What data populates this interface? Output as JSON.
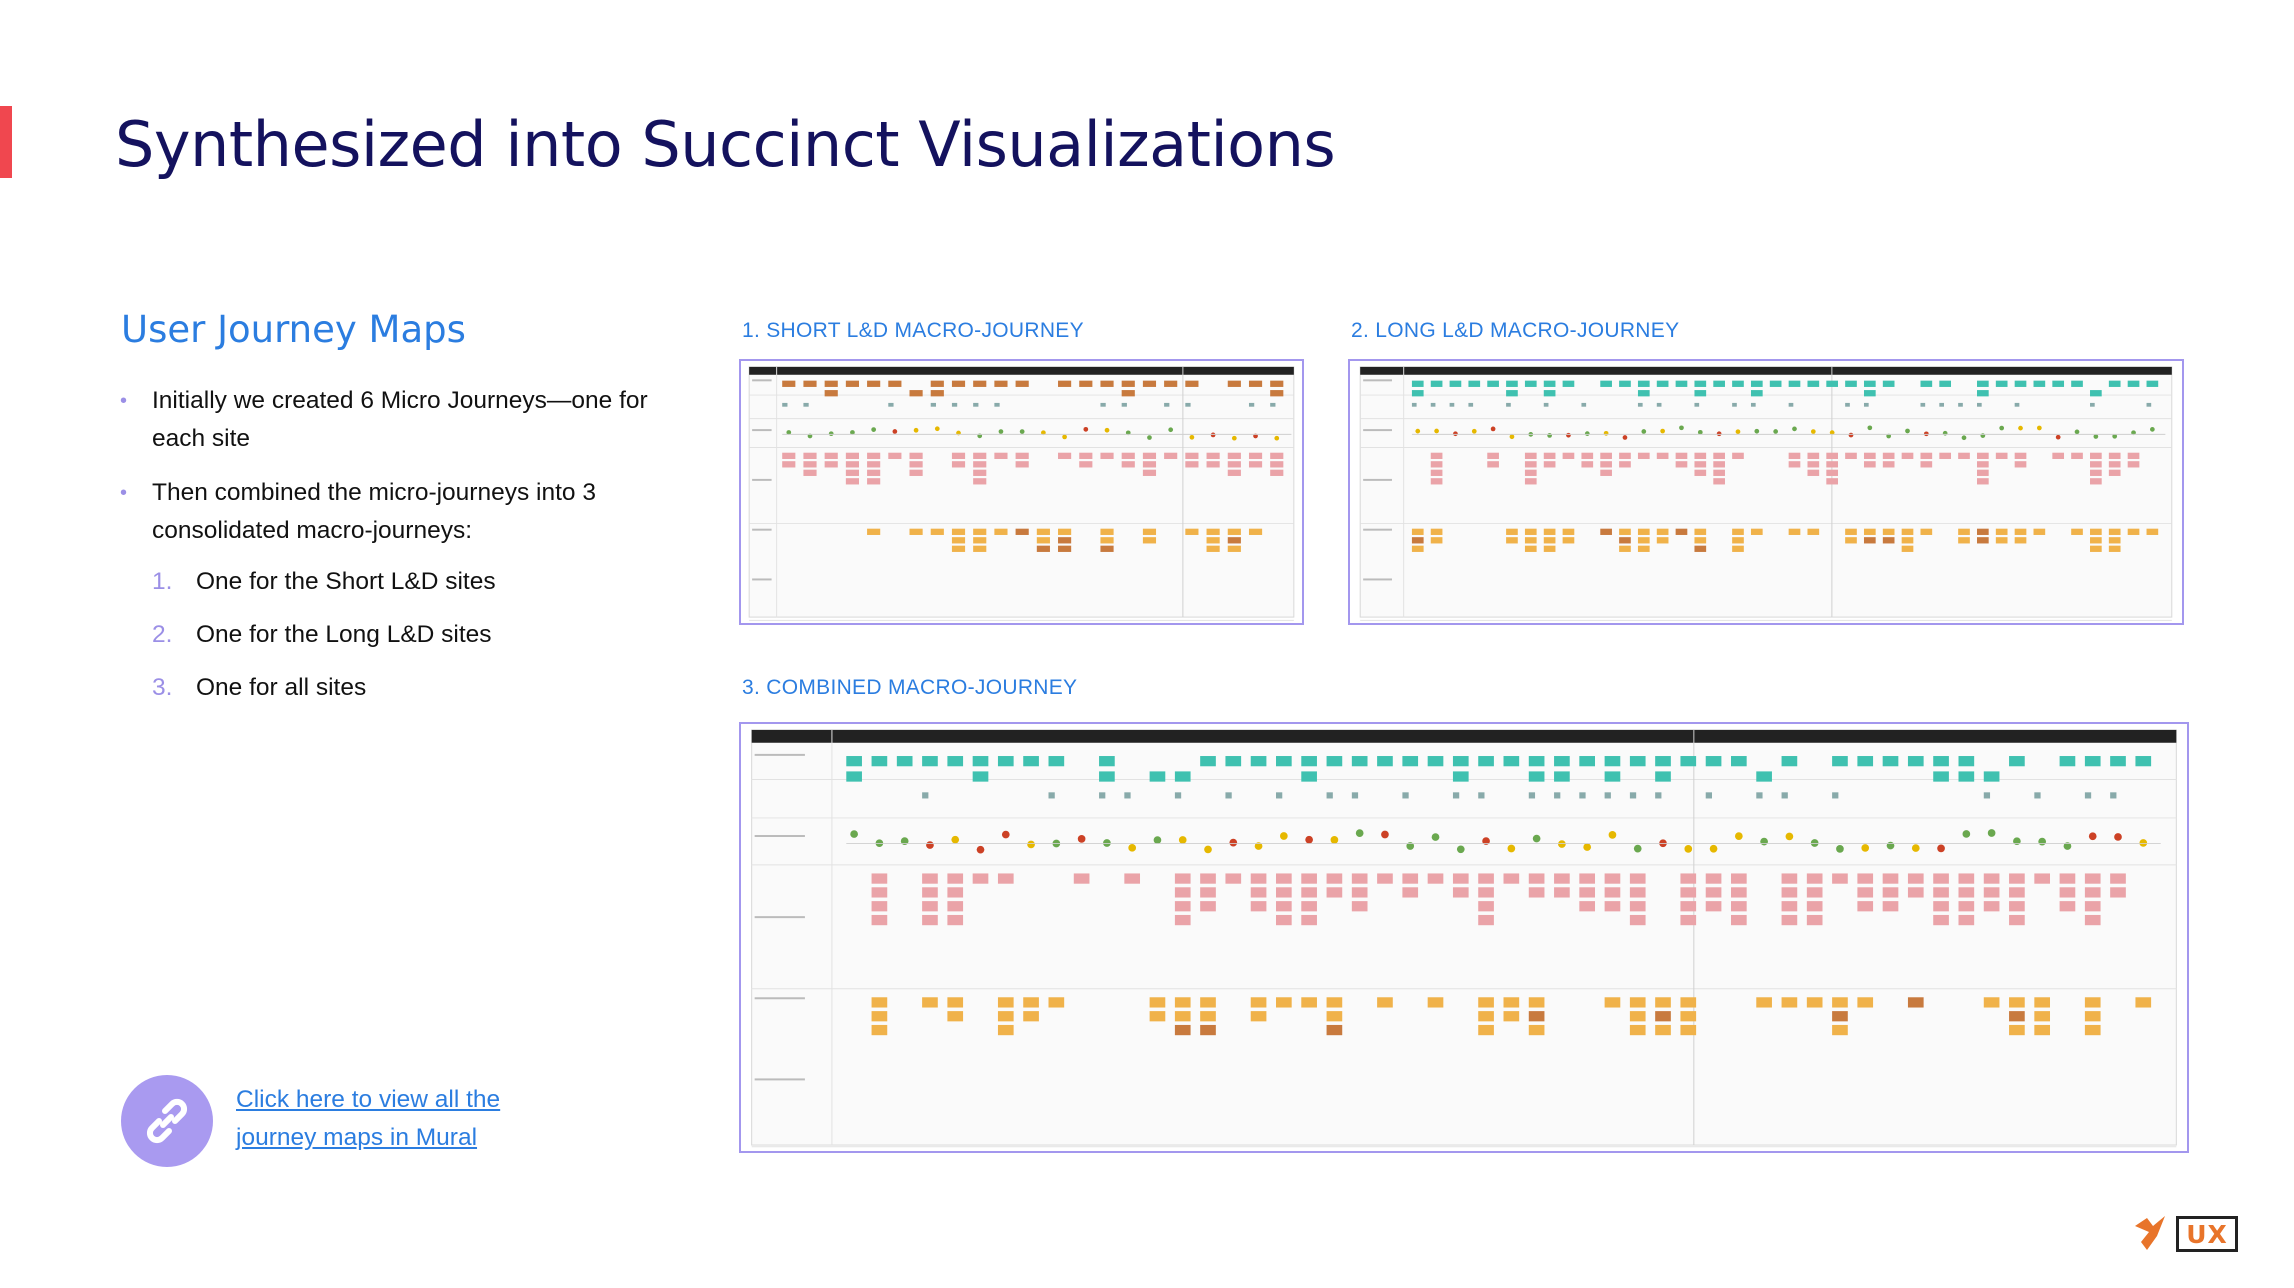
{
  "slide": {
    "title": "Synthesized into Succinct Visualizations",
    "accent_color": "#f0474f"
  },
  "left_panel": {
    "heading": "User Journey Maps",
    "bullets": [
      {
        "marker": "•",
        "text": "Initially we created 6 Micro Journeys—one for each site"
      },
      {
        "marker": "•",
        "text": "Then combined the micro-journeys into 3 consolidated macro-journeys:"
      }
    ],
    "numbered": [
      {
        "num": "1.",
        "text": "One for the Short L&D sites"
      },
      {
        "num": "2.",
        "text": "One for the Long L&D sites"
      },
      {
        "num": "3.",
        "text": "One for all sites"
      }
    ],
    "link": {
      "text": "Click here to view all the journey maps in Mural",
      "icon": "link-icon"
    }
  },
  "maps": {
    "short": {
      "caption": "1. SHORT L&D MACRO-JOURNEY"
    },
    "long": {
      "caption": "2. LONG L&D MACRO-JOURNEY"
    },
    "combined": {
      "caption": "3. COMBINED MACRO-JOURNEY"
    }
  },
  "brand": {
    "badge": "UX",
    "logo_icon": "brand-logo-icon",
    "logo_color": "#e8742a"
  },
  "colors": {
    "heading_blue": "#2b7de0",
    "title_navy": "#14125e",
    "frame_purple": "#a397ee",
    "sticky_teal": "#3fc1b0",
    "sticky_pink": "#eaa3a8",
    "sticky_orange": "#f0b24a",
    "sticky_brown": "#c87a3e"
  }
}
